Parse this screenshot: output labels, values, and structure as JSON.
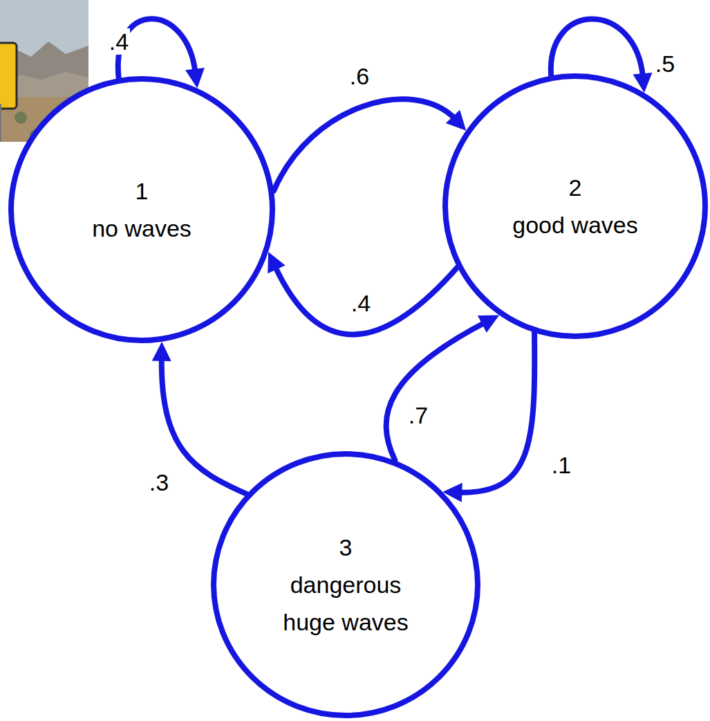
{
  "diagram": {
    "nodes": [
      {
        "text": [
          "1",
          "no waves"
        ]
      },
      {
        "text": [
          "2",
          "good waves"
        ]
      },
      {
        "text": [
          "3",
          "dangerous huge waves"
        ]
      }
    ],
    "edges": [
      {
        "from": 0,
        "to": 0,
        "label": ".4",
        "arrow": "to"
      },
      {
        "from": 0,
        "to": 1,
        "label": ".6",
        "arrow": "to"
      },
      {
        "from": 1,
        "to": 0,
        "label": ".4",
        "arrow": "to"
      },
      {
        "from": 1,
        "to": 1,
        "label": ".5",
        "arrow": "to"
      },
      {
        "from": 1,
        "to": 2,
        "label": ".1",
        "arrow": "to"
      },
      {
        "from": 2,
        "to": 1,
        "label": ".7",
        "arrow": "to"
      },
      {
        "from": 2,
        "to": 0,
        "label": ".3",
        "arrow": "to"
      }
    ]
  }
}
